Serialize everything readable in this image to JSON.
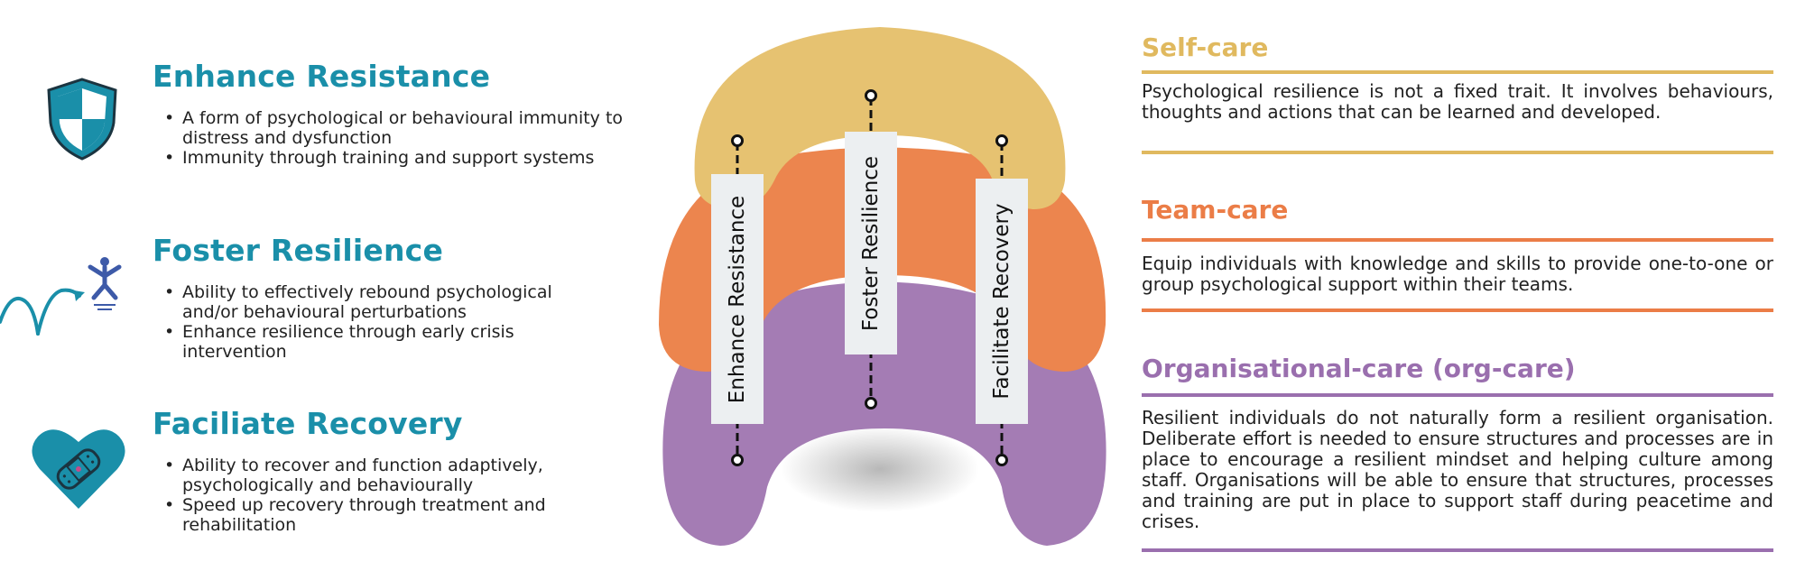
{
  "left": {
    "sections": [
      {
        "title": "Enhance Resistance",
        "icon": "shield-icon",
        "bullets": [
          "A form of psychological or behavioural immunity to distress and dysfunction",
          "Immunity through training and support systems"
        ]
      },
      {
        "title": "Foster Resilience",
        "icon": "bounce-jump-icon",
        "bullets": [
          "Ability to effectively rebound psychological and/or behavioural perturbations",
          "Enhance resilience through early crisis intervention"
        ]
      },
      {
        "title": "Faciliate Recovery",
        "icon": "heart-bandage-icon",
        "bullets": [
          "Ability to recover and function adaptively, psychologically and behaviourally",
          "Speed up recovery through treatment and rehabilitation"
        ]
      }
    ]
  },
  "center": {
    "pillars": [
      {
        "label": "Enhance Resistance"
      },
      {
        "label": "Foster Resilience"
      },
      {
        "label": "Facilitate Recovery"
      }
    ],
    "colors": {
      "top": "#e6c271",
      "middle": "#ec854e",
      "bottom": "#a47cb4"
    }
  },
  "right": {
    "cards": [
      {
        "title": "Self-care",
        "color": "#e0b95f",
        "text": "Psychological resilience is not a fixed trait. It involves behaviours, thoughts and actions that can be learned and developed."
      },
      {
        "title": "Team-care",
        "color": "#eb7d47",
        "text": "Equip individuals with knowledge and skills to provide one-to-one or group psychological support within their teams."
      },
      {
        "title": "Organisational-care (org-care)",
        "color": "#9a6fae",
        "text": "Resilient individuals do not naturally form a resilient organisation. Deliberate effort is needed to ensure structures and processes are in place to encourage a resilient mindset and helping culture among staff. Organisations will be able to ensure that structures, processes and training are put in place to support staff during peacetime and crises."
      }
    ]
  },
  "colors": {
    "accent": "#1a8fa9"
  }
}
